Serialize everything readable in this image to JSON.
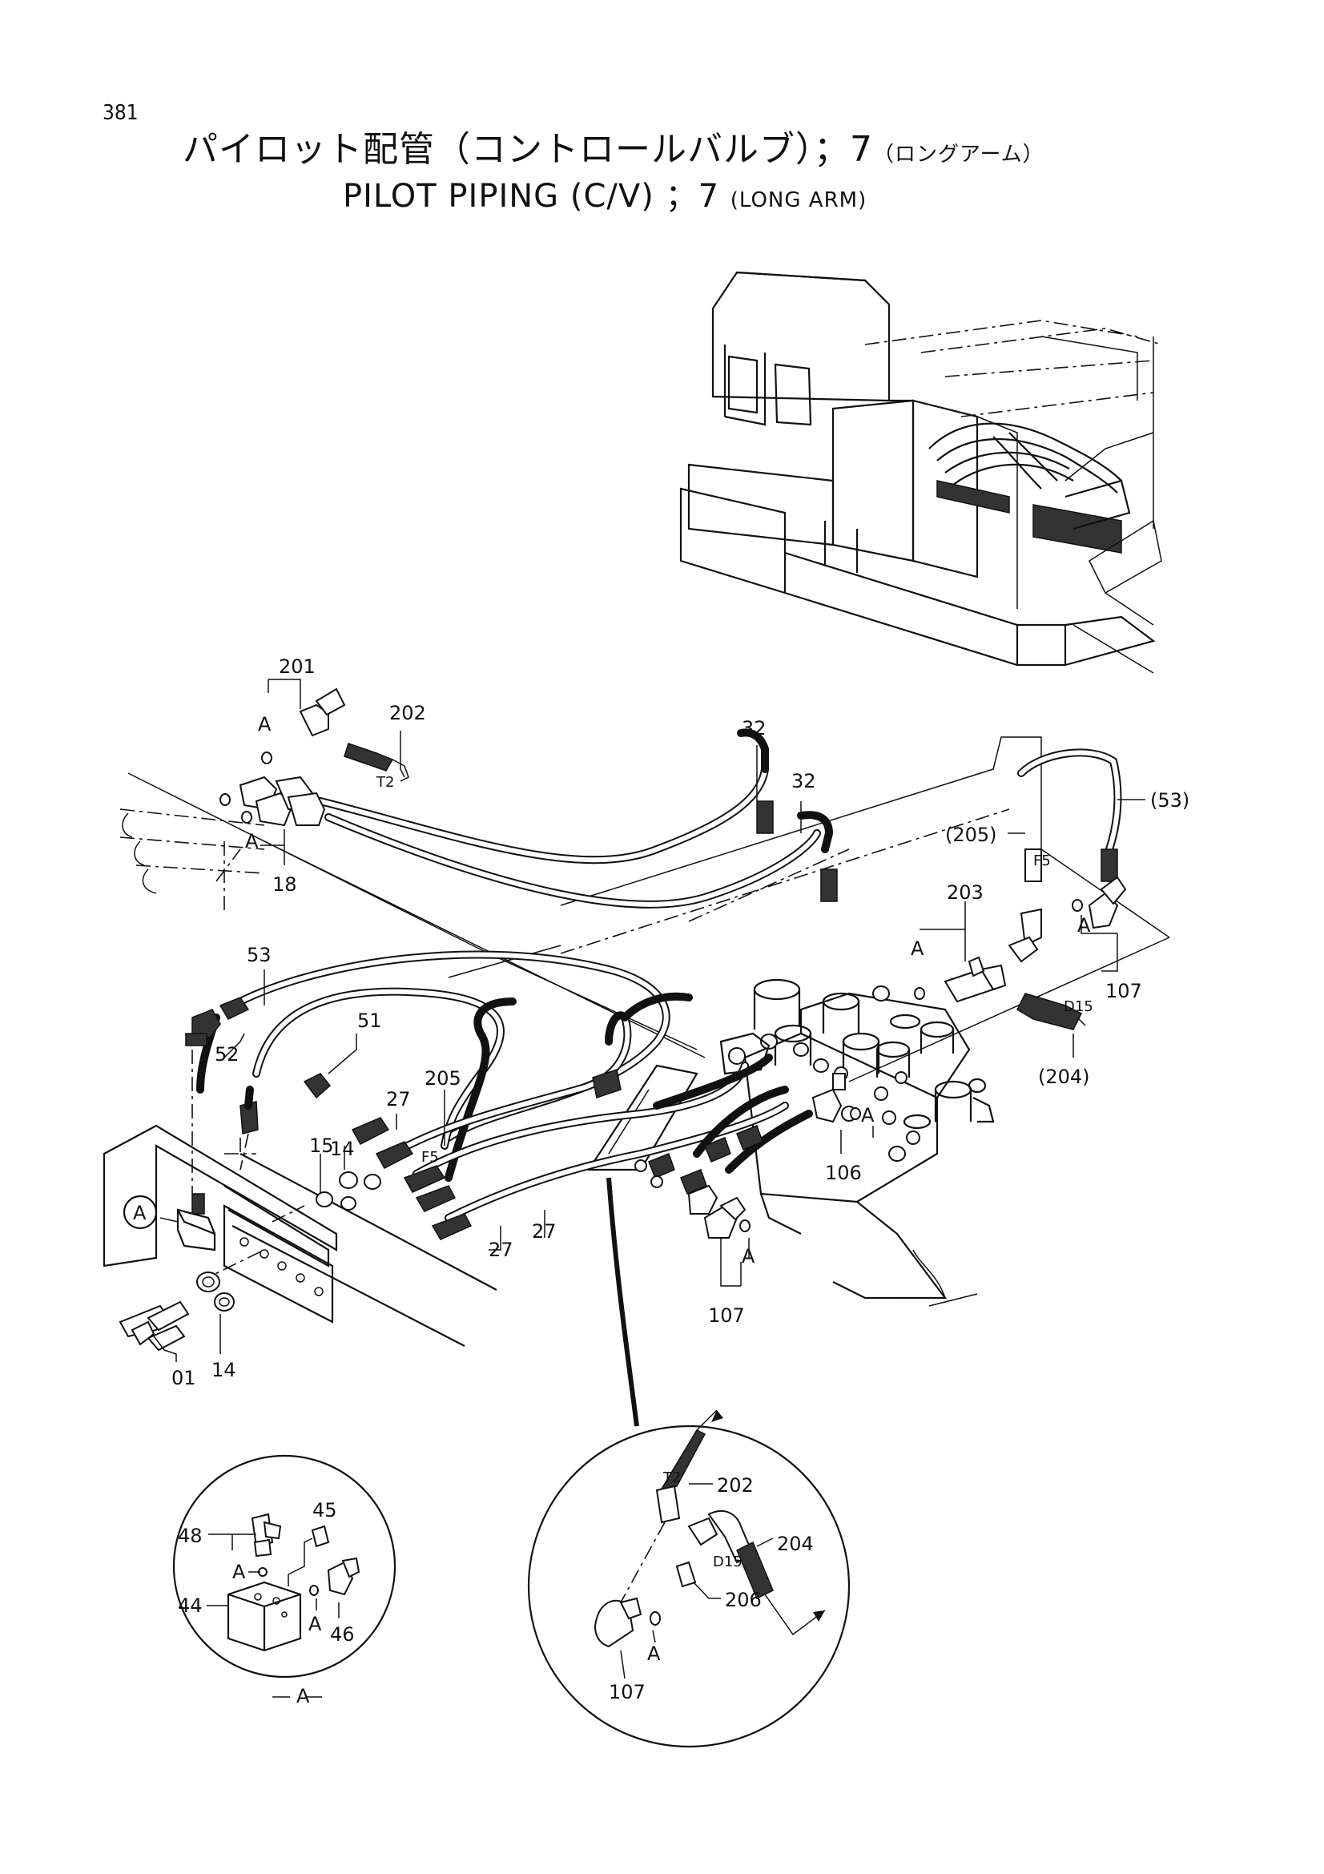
{
  "header": {
    "page_number": "381",
    "title_ja_main": "パイロット配管（コントロールバルブ）；7",
    "title_ja_suffix": "（ロングアーム）",
    "title_en_main": "PILOT PIPING (C/V) ；7",
    "title_en_suffix": "(LONG ARM)"
  },
  "labels": {
    "p201": "201",
    "p202": "202",
    "p202_tag": "T2",
    "p18": "18",
    "pA_1": "A",
    "pA_2": "A",
    "p32a": "32",
    "p32b": "32",
    "p53r": "(53)",
    "p205r": "(205)",
    "p205r_tag": "F5",
    "p203": "203",
    "pA_3": "A",
    "pA_4": "A",
    "p107r": "107",
    "p204r": "(204)",
    "p204r_tag": "D15",
    "p53": "53",
    "p51": "51",
    "p52": "52",
    "p205": "205",
    "p205_tag": "F5",
    "p27a": "27",
    "p27b": "27",
    "p27c": "27",
    "p15": "15",
    "p14a": "14",
    "p14b": "14",
    "p01": "01",
    "p106": "106",
    "pA_5": "A",
    "pA_6": "A",
    "p107b": "107",
    "callout_A": "A"
  },
  "detail_left": {
    "view_label": "A",
    "p48": "48",
    "p45": "45",
    "p44": "44",
    "p46": "46",
    "pA_a": "A",
    "pA_b": "A"
  },
  "detail_right": {
    "p202": "202",
    "p202_tag": "T2",
    "p204": "204",
    "p204_tag": "D15",
    "p206": "206",
    "p107": "107",
    "pA": "A"
  }
}
